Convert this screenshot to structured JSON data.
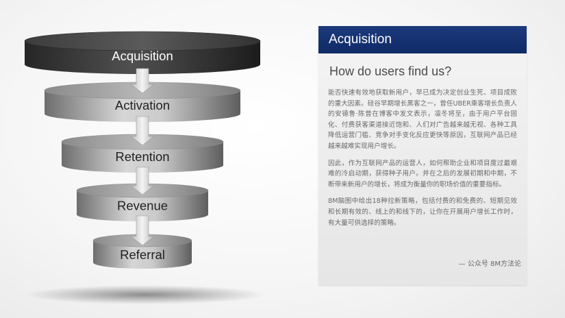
{
  "funnel": {
    "layers": [
      {
        "label": "Acquisition",
        "highlighted": true
      },
      {
        "label": "Activation",
        "highlighted": false
      },
      {
        "label": "Retention",
        "highlighted": false
      },
      {
        "label": "Revenue",
        "highlighted": false
      },
      {
        "label": "Referral",
        "highlighted": false
      }
    ],
    "colors": {
      "highlight": "#3a3a3a",
      "normal": "#9a9a9a",
      "label_highlight": "#ffffff",
      "label_normal": "#222222",
      "arrow": "#e8e8e8"
    }
  },
  "panel": {
    "title": "Acquisition",
    "subtitle": "How do users find us?",
    "paragraphs": [
      "能否快速有效地获取新用户，早已成为决定创业生死、项目成败的重大因素。硅谷早期增长黑客之一，曾任UBER乘客增长负责人的安德鲁·陈曾在博客中发文表示，凛冬将至，由于用户平台固化、付费获客渠道接近饱和、人们对广告越来越无视、各种工具降低运营门槛、竞争对手变化反应更快等原因，互联网产品已经越来越难实现用户增长。",
      "因此，作为互联网产品的运营人，如何帮助企业和项目度过最艰难的冷启动期，获得种子用户。并在之后的发展初期和中期，不断带来新用户的增长，将成为衡量你的职场价值的重要指标。",
      "8M脑图中给出18种拉新策略，包括付费的和免费的、短期见效和长期有效的、线上的和线下的，让你在开展用户增长工作时，有大量可供选择的策略。"
    ],
    "source": "— 公众号 8M方法论",
    "header_color": "#163473"
  }
}
